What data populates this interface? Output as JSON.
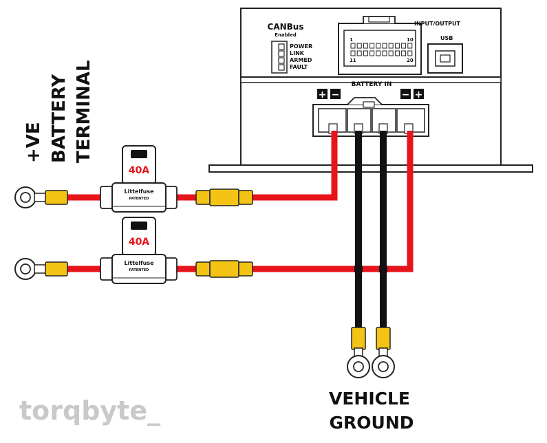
{
  "device": {
    "canbus_title": "CANBus",
    "canbus_sub": "Enabled",
    "leds": [
      "POWER",
      "LINK",
      "ARMED",
      "FAULT"
    ],
    "io_label": "INPUT/OUTPUT",
    "pin_1": "1",
    "pin_10": "10",
    "pin_11": "11",
    "pin_20": "20",
    "usb_label": "USB",
    "battery_in_label": "BATTERY IN",
    "plus_symbol": "+",
    "minus_symbol": "−"
  },
  "fuses": [
    {
      "rating": "40A",
      "brand": "Littelfuse",
      "patent": "PATENTED"
    },
    {
      "rating": "40A",
      "brand": "Littelfuse",
      "patent": "PATENTED"
    }
  ],
  "labels": {
    "battery_line1": "+VE",
    "battery_line2": "BATTERY",
    "battery_line3": "TERMINAL",
    "ground_line1": "VEHICLE",
    "ground_line2": "GROUND"
  },
  "logo": "torqbyte_",
  "colors": {
    "positive_wire": "#e8141b",
    "ground_wire": "#111111",
    "terminal": "#f3c316",
    "fuse_rating": "#e8141b",
    "logo": "#c9c9c9"
  }
}
